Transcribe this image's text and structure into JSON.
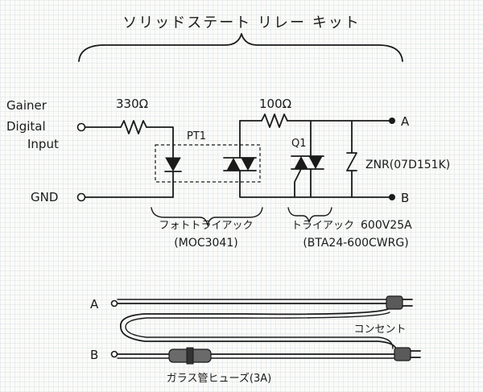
{
  "title": "ソリッドステート リレー キット",
  "labels": {
    "gainer": "Gainer",
    "digital": "Digital",
    "input": "Input",
    "gnd": "GND",
    "r1": "330Ω",
    "r2": "100Ω",
    "pt1": "PT1",
    "q1": "Q1",
    "znr": "ZNR(07D151K)",
    "term_a": "A",
    "term_b": "B",
    "phototriac": "フォトトライアック",
    "phototriac_part": "(MOC3041)",
    "triac": "トライアック",
    "triac_rating": "600V25A",
    "triac_part": "(BTA24-600CWRG)",
    "cord_a": "A",
    "cord_b": "B",
    "outlet": "コンセント",
    "fuse": "ガラス管ヒューズ(3A)"
  }
}
